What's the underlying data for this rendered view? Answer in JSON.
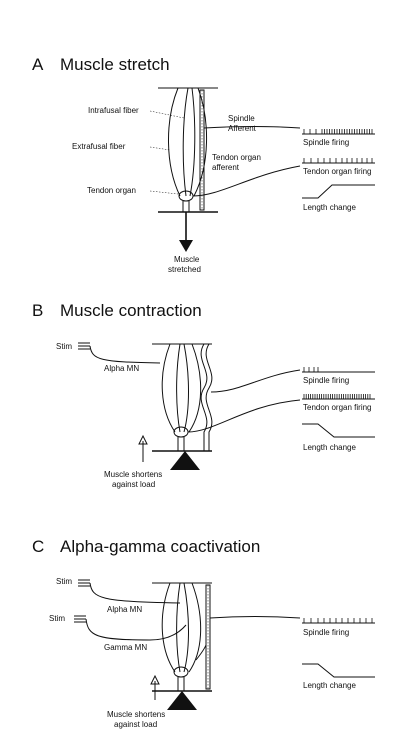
{
  "panel_a": {
    "letter": "A",
    "title": "Muscle stretch",
    "labels": {
      "intrafusal": "Intrafusal fiber",
      "extrafusal": "Extrafusal fiber",
      "tendon_organ": "Tendon organ",
      "spindle_afferent_1": "Spindle",
      "spindle_afferent_2": "Afferent",
      "tendon_afferent_1": "Tendon organ",
      "tendon_afferent_2": "afferent",
      "muscle_stretched_1": "Muscle",
      "muscle_stretched_2": "stretched"
    },
    "traces": {
      "spindle": "Spindle firing",
      "tendon": "Tendon organ firing",
      "length": "Length change"
    }
  },
  "panel_b": {
    "letter": "B",
    "title": "Muscle contraction",
    "labels": {
      "stim": "Stim",
      "alpha_mn": "Alpha MN",
      "shortens_1": "Muscle shortens",
      "shortens_2": "against load"
    },
    "traces": {
      "spindle": "Spindle firing",
      "tendon": "Tendon organ firing",
      "length": "Length change"
    }
  },
  "panel_c": {
    "letter": "C",
    "title": "Alpha-gamma coactivation",
    "labels": {
      "stim_alpha": "Stim",
      "stim_gamma": "Stim",
      "alpha_mn": "Alpha MN",
      "gamma_mn": "Gamma MN",
      "shortens_1": "Muscle shortens",
      "shortens_2": "against load"
    },
    "traces": {
      "spindle": "Spindle firing",
      "length": "Length change"
    }
  }
}
